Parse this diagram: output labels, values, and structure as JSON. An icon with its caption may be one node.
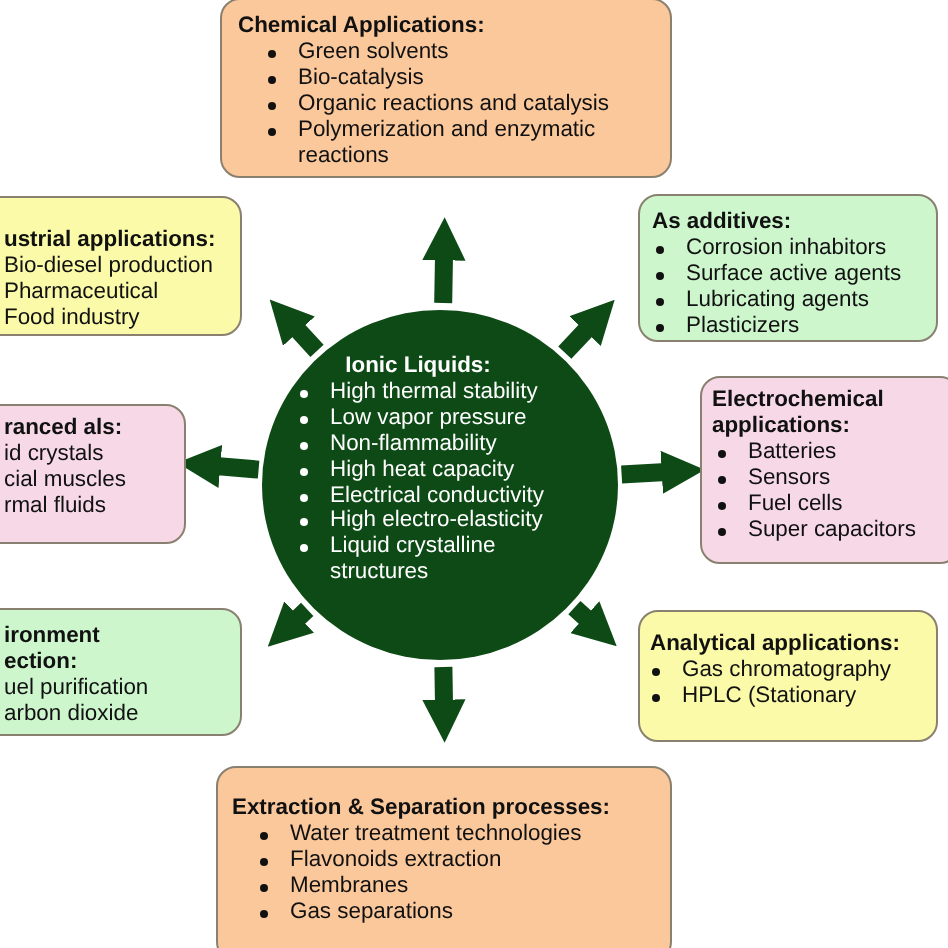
{
  "diagram": {
    "nodes": [
      {
        "text": [
          "Chemical Applications:",
          "Green solvents",
          "Bio-catalysis",
          "Organic reactions and catalysis",
          "Polymerization and enzymatic reactions"
        ]
      },
      {
        "text": [
          "ustrial applications:",
          "Bio-diesel production",
          "Pharmaceutical",
          "Food industry"
        ]
      },
      {
        "text": [
          "As additives:",
          "Corrosion inhabitors",
          "Surface active agents",
          "Lubricating agents",
          "Plasticizers"
        ]
      },
      {
        "text": [
          "ranced als:",
          "id crystals",
          "cial muscles",
          "rmal fluids"
        ]
      },
      {
        "text": [
          "Ionic Liquids:",
          "High thermal stability",
          "Low vapor pressure",
          "Non-flammability",
          "High heat capacity",
          "Electrical conductivity",
          "High electro-elasticity",
          "Liquid crystalline structures"
        ]
      },
      {
        "text": [
          "Electrochemical applications:",
          "Batteries",
          "Sensors",
          "Fuel cells",
          "Super capacitors"
        ]
      },
      {
        "text": [
          "ironment ection:",
          "uel purification",
          "arbon dioxide"
        ]
      },
      {
        "text": [
          "Analytical applications:",
          "Gas chromatography",
          "HPLC (Stationary"
        ]
      },
      {
        "text": [
          "Extraction & Separation processes:",
          "Water treatment technologies",
          "Flavonoids extraction",
          "Membranes",
          "Gas separations"
        ]
      }
    ],
    "edges": [
      {
        "from": 4,
        "to": 0,
        "arrow": "to"
      },
      {
        "from": 4,
        "to": 1,
        "arrow": "to"
      },
      {
        "from": 4,
        "to": 2,
        "arrow": "to"
      },
      {
        "from": 4,
        "to": 3,
        "arrow": "to"
      },
      {
        "from": 4,
        "to": 5,
        "arrow": "to"
      },
      {
        "from": 4,
        "to": 6,
        "arrow": "to"
      },
      {
        "from": 4,
        "to": 7,
        "arrow": "to"
      },
      {
        "from": 4,
        "to": 8,
        "arrow": "to"
      }
    ]
  }
}
